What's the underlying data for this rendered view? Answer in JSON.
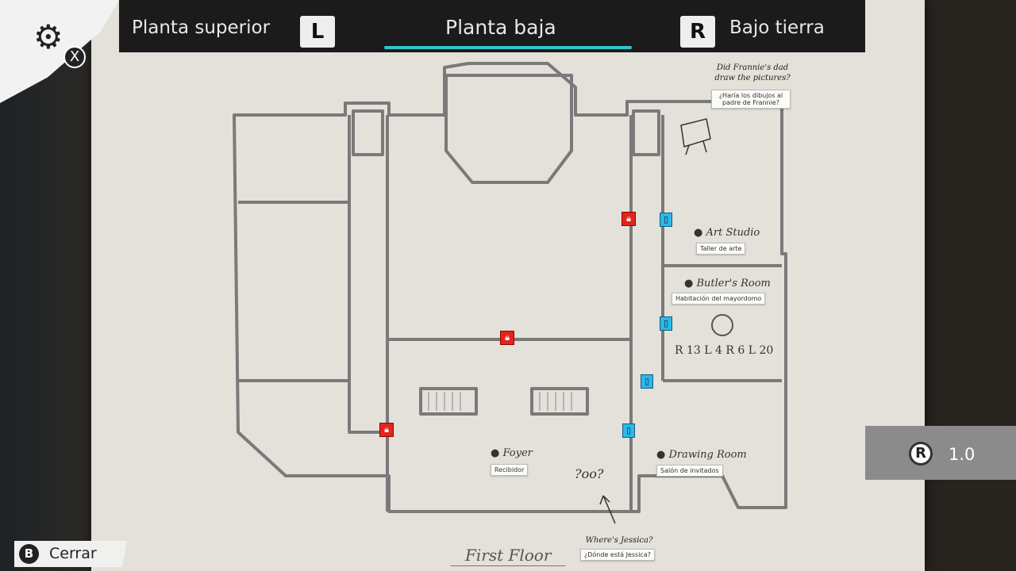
{
  "header": {
    "tabs": [
      {
        "label": "Planta superior",
        "key": "L"
      },
      {
        "label": "Planta baja",
        "active": true
      },
      {
        "label": "Bajo tierra",
        "key": "R"
      }
    ]
  },
  "settings": {
    "icon": "gear-icon",
    "button": "X"
  },
  "rooms": [
    {
      "name": "Art Studio",
      "translation": "Taller de arte"
    },
    {
      "name": "Butler's Room",
      "translation": "Habitación del mayordomo"
    },
    {
      "name": "Foyer",
      "translation": "Recibidor"
    },
    {
      "name": "Drawing Room",
      "translation": "Salón de invitados"
    }
  ],
  "notes": [
    {
      "text": "Did Frannie's dad draw the pictures?",
      "translation": "¿Haría los dibujos al padre de Frannie?"
    },
    {
      "text": "Where's Jessica?",
      "translation": "¿Dónde está Jessica?"
    }
  ],
  "puzzle_code": "R 13 L 4 R 6 L 20",
  "sketch_text": "?oo?",
  "map_title": "First Floor",
  "zoom": {
    "button": "R",
    "value": "1.0"
  },
  "footer": {
    "button": "B",
    "label": "Cerrar"
  },
  "colors": {
    "accent": "#2fc6c8",
    "lock": "#e0261d",
    "door": "#2cb8e8"
  }
}
